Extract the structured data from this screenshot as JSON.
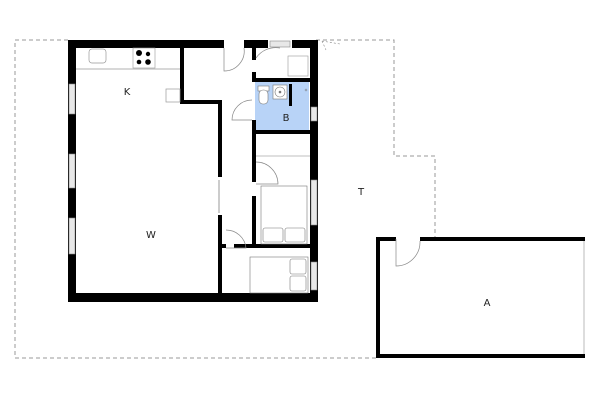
{
  "plan": {
    "type": "floor-plan",
    "colors": {
      "wall": "#000000",
      "background": "#ffffff",
      "bathroom_fill": "#b8d3f7",
      "terrace_outline": "#9a9a9a",
      "fixture_line": "#555555",
      "window_fill": "#e0e0e0"
    },
    "rooms": [
      {
        "id": "kitchen",
        "label": "K"
      },
      {
        "id": "living",
        "label": "W"
      },
      {
        "id": "bathroom",
        "label": "B"
      },
      {
        "id": "terrace",
        "label": "T"
      },
      {
        "id": "annex",
        "label": "A"
      }
    ],
    "fixtures": [
      "sink-icon",
      "stove-icon",
      "toilet-icon",
      "washbasin-icon",
      "double-bed-icon",
      "single-bed-icon",
      "door-swing-icon",
      "window-icon"
    ]
  }
}
